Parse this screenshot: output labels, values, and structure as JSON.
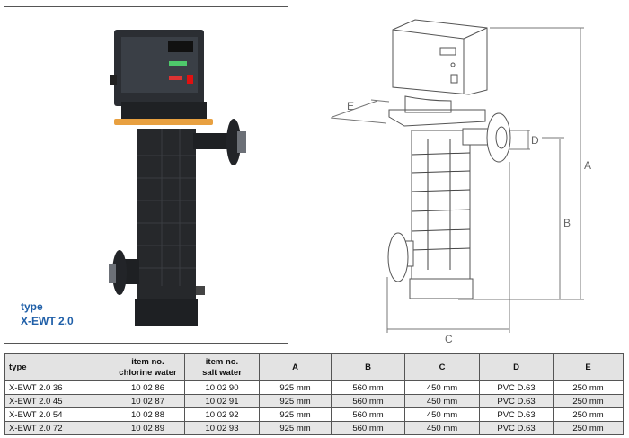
{
  "photo": {
    "type_label": "type",
    "model_label": "X-EWT 2.0"
  },
  "drawing": {
    "labels": {
      "A": "A",
      "B": "B",
      "C": "C",
      "D": "D",
      "E": "E"
    }
  },
  "table": {
    "headers": [
      {
        "line1": "type",
        "line2": ""
      },
      {
        "line1": "item no.",
        "line2": "chlorine water"
      },
      {
        "line1": "item no.",
        "line2": "salt water"
      },
      {
        "line1": "A",
        "line2": ""
      },
      {
        "line1": "B",
        "line2": ""
      },
      {
        "line1": "C",
        "line2": ""
      },
      {
        "line1": "D",
        "line2": ""
      },
      {
        "line1": "E",
        "line2": ""
      }
    ],
    "rows": [
      [
        "X-EWT 2.0  36",
        "10 02 86",
        "10 02 90",
        "925 mm",
        "560 mm",
        "450 mm",
        "PVC D.63",
        "250 mm"
      ],
      [
        "X-EWT 2.0  45",
        "10 02 87",
        "10 02 91",
        "925 mm",
        "560 mm",
        "450 mm",
        "PVC D.63",
        "250 mm"
      ],
      [
        "X-EWT 2.0  54",
        "10 02 88",
        "10 02 92",
        "925 mm",
        "560 mm",
        "450 mm",
        "PVC D.63",
        "250 mm"
      ],
      [
        "X-EWT 2.0  72",
        "10 02 89",
        "10 02 93",
        "925 mm",
        "560 mm",
        "450 mm",
        "PVC D.63",
        "250 mm"
      ]
    ]
  },
  "colors": {
    "type_label": "#1f5fa8",
    "header_bg": "#e3e3e3",
    "alt_row_bg": "#e6e6e6",
    "flange_accent": "#e8a040"
  }
}
